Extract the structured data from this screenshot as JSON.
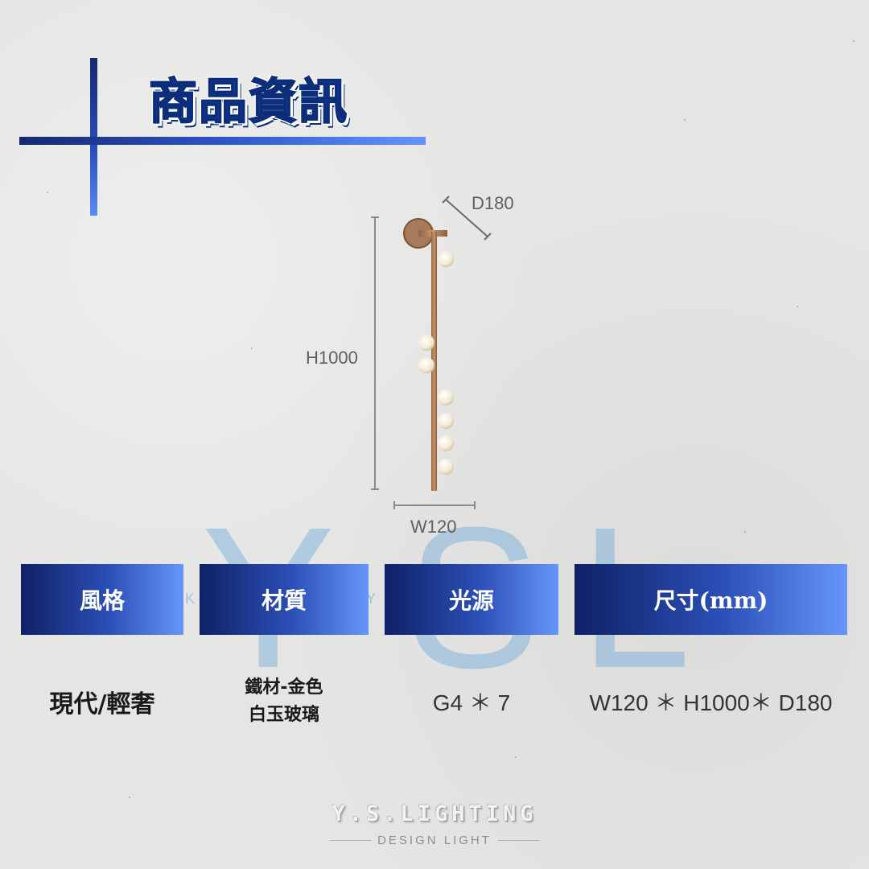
{
  "header": {
    "title": "商品資訊"
  },
  "watermark": {
    "letters": [
      "Y",
      "S",
      "L"
    ],
    "small_left": "K",
    "small_right": "Y"
  },
  "drawing": {
    "dim_depth": "D180",
    "dim_height": "H1000",
    "dim_width": "W120",
    "colors": {
      "brass": "#b98a5e",
      "glass": "#f3ead6",
      "dim_line": "#8a8a8a"
    }
  },
  "specs": {
    "headers": [
      "風格",
      "材質",
      "光源",
      "尺寸(mm)"
    ],
    "style_value": "現代/輕奢",
    "material_lines": [
      "鐵材-金色",
      "白玉玻璃"
    ],
    "light_value": "G4 ＊ 7",
    "size_value": "W120 ＊ H1000＊ D180"
  },
  "footer": {
    "logo": "Y.S.LIGHTING",
    "tagline": "DESIGN LIGHT"
  },
  "colors": {
    "accent_dark": "#0f2166",
    "accent_light": "#6696fb",
    "title_blue": "#1546a8"
  }
}
